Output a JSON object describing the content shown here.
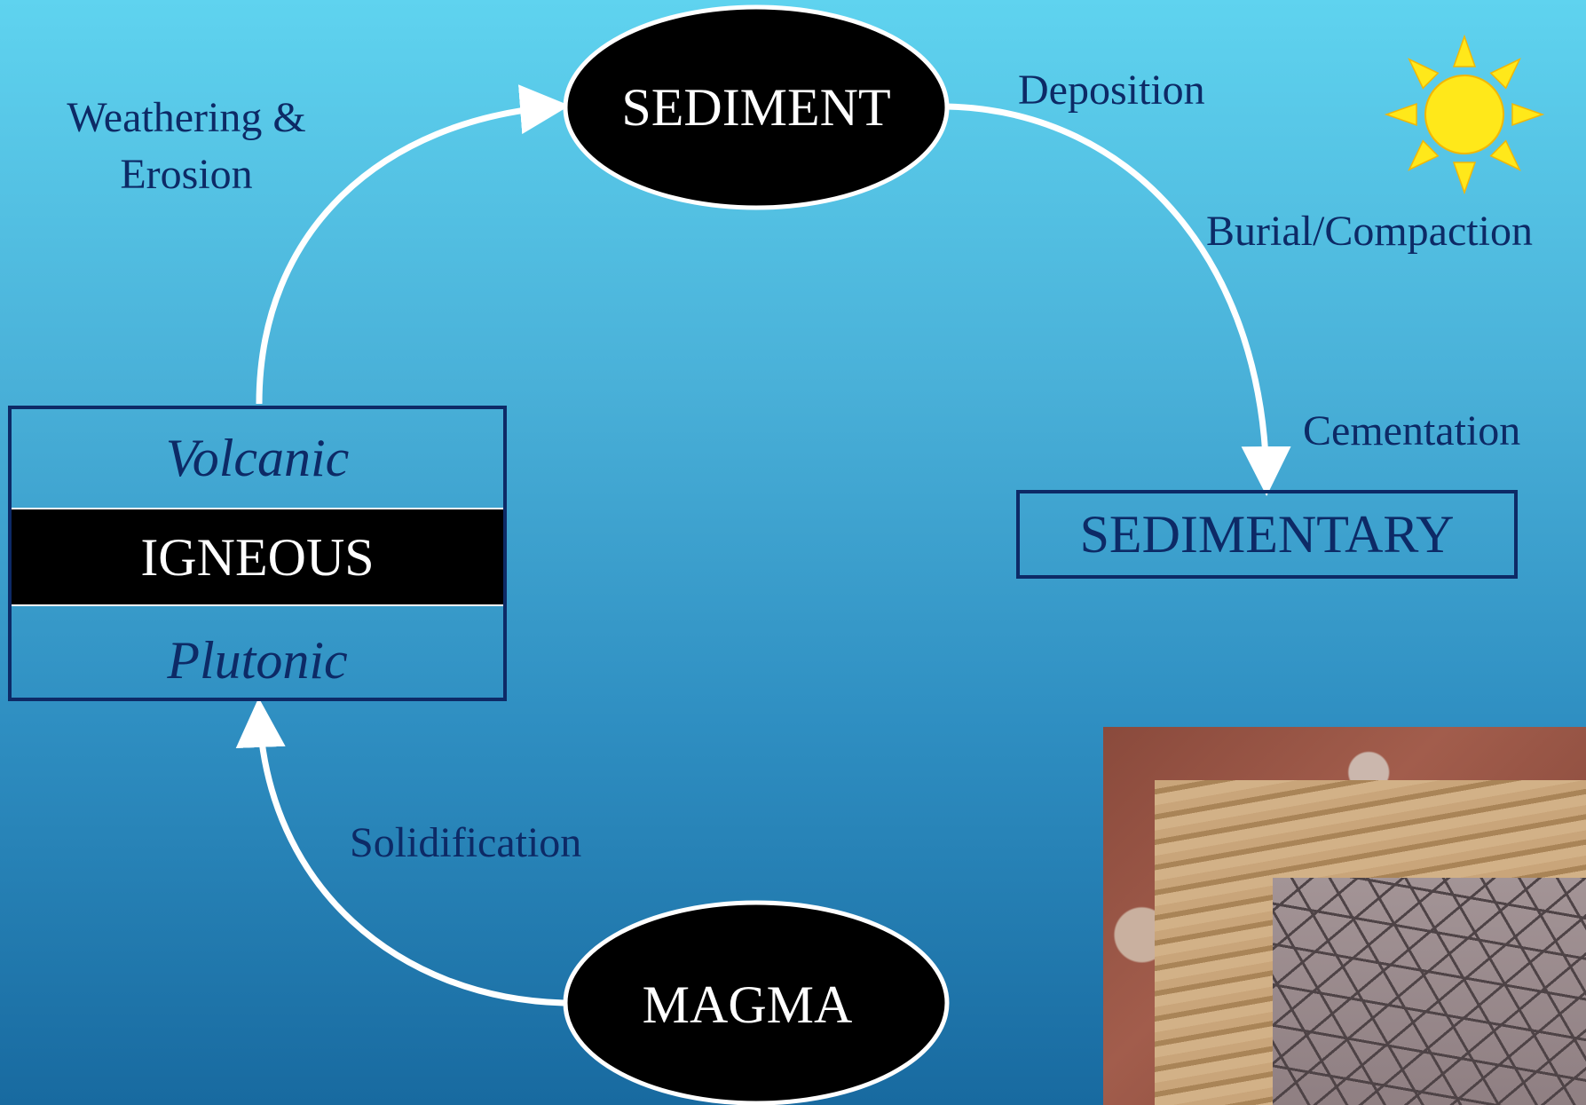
{
  "nodes": {
    "sediment": "SEDIMENT",
    "magma": "MAGMA",
    "igneous": {
      "top": "Volcanic",
      "middle": "IGNEOUS",
      "bottom": "Plutonic"
    },
    "sedimentary": "SEDIMENTARY"
  },
  "processes": {
    "weathering_line1": "Weathering &",
    "weathering_line2": "Erosion",
    "deposition": "Deposition",
    "burial": "Burial/Compaction",
    "cementation": "Cementation",
    "solidification": "Solidification"
  },
  "icons": {
    "sun": "sun-icon"
  },
  "colors": {
    "text": "#0d2a66",
    "node_fill": "#000000",
    "arrow": "#ffffff",
    "sun": "#ffe81a"
  }
}
